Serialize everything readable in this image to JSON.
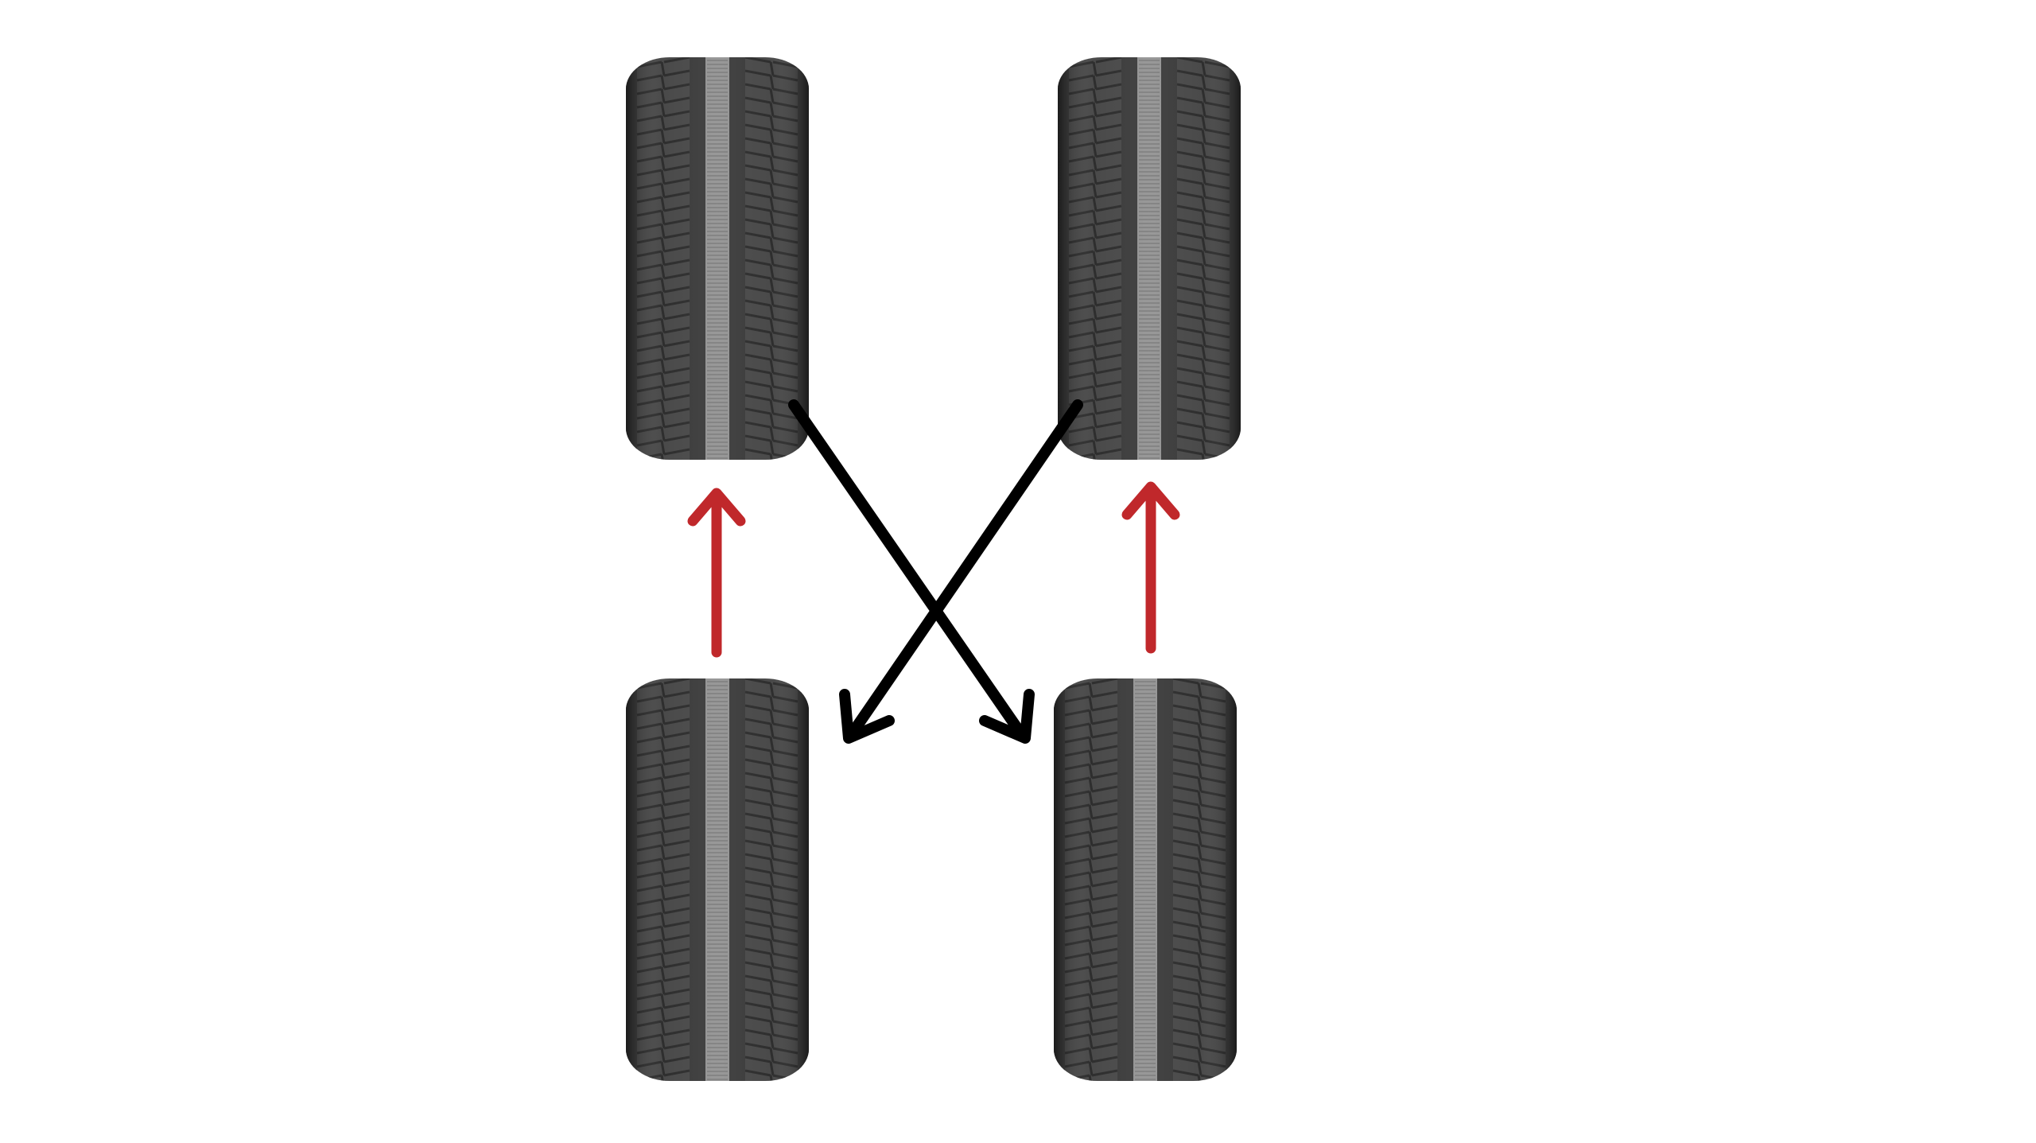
{
  "diagram": {
    "colors": {
      "background": "#ffffff",
      "tire_rubber": "#3a3a3a",
      "tire_groove": "#1c1c1c",
      "center_rib": "#8a8a8a",
      "straight_arrow": "#c0282b",
      "cross_arrow": "#000000"
    },
    "tires": [
      {
        "position": "front-left",
        "icon": "tire-icon"
      },
      {
        "position": "front-right",
        "icon": "tire-icon"
      },
      {
        "position": "rear-left",
        "icon": "tire-icon"
      },
      {
        "position": "rear-right",
        "icon": "tire-icon"
      }
    ],
    "moves": [
      {
        "from": "rear-left",
        "to": "front-left",
        "style": "straight",
        "color": "#c0282b"
      },
      {
        "from": "rear-right",
        "to": "front-right",
        "style": "straight",
        "color": "#c0282b"
      },
      {
        "from": "front-left",
        "to": "rear-right",
        "style": "cross",
        "color": "#000000"
      },
      {
        "from": "front-right",
        "to": "rear-left",
        "style": "cross",
        "color": "#000000"
      }
    ]
  }
}
